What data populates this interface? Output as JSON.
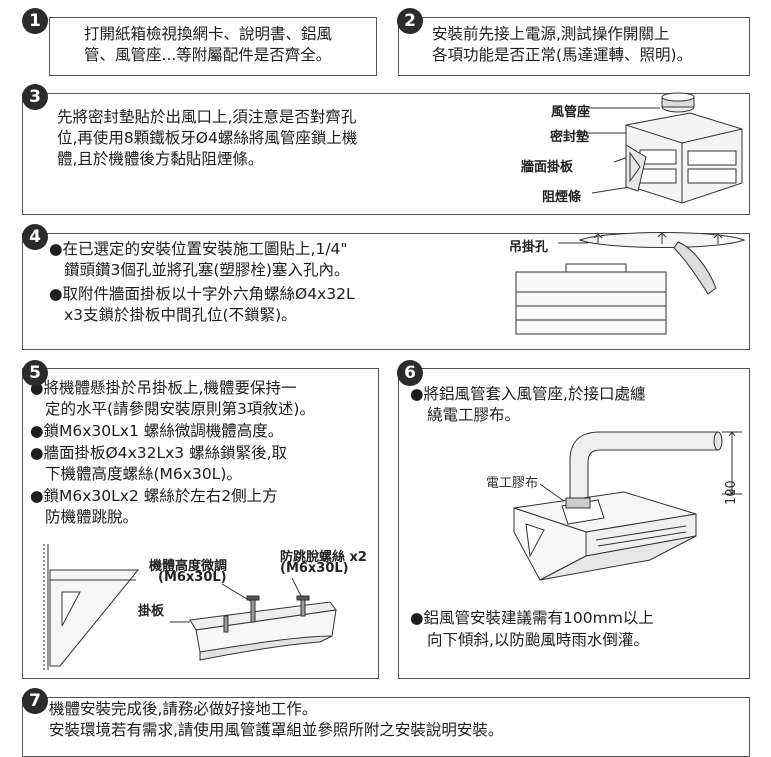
{
  "step1": {
    "num": "1",
    "lines": [
      "打開紙箱檢視換網卡、說明書、鋁風",
      "管、風管座...等附屬配件是否齊全。"
    ]
  },
  "step2": {
    "num": "2",
    "lines": [
      "安裝前先接上電源,測試操作開關上",
      "各項功能是否正常(馬達運轉、照明)。"
    ]
  },
  "step3": {
    "num": "3",
    "lines": [
      "先將密封墊貼於出風口上,須注意是否對齊孔",
      "位,再使用8顆鐵板牙Ø4螺絲將風管座鎖上機",
      "體,且於機體後方黏貼阻煙條。"
    ],
    "labels": [
      "風管座",
      "密封墊",
      "牆面掛板",
      "阻煙條"
    ]
  },
  "step4": {
    "num": "4",
    "lines": [
      "●在已選定的安裝位置安裝施工圖貼上,1/4\"",
      "鑽頭鑽3個孔並將孔塞(塑膠栓)塞入孔內。",
      "●取附件牆面掛板以十字外六角螺絲Ø4x32L",
      "x3支鎖於掛板中間孔位(不鎖緊)。"
    ],
    "label": "吊掛孔"
  },
  "step5": {
    "num": "5",
    "lines": [
      "●將機體懸掛於吊掛板上,機體要保持一",
      "定的水平(請參閱安裝原則第3項敘述)。",
      "●鎖M6x30Lx1 螺絲微調機體高度。",
      "●牆面掛板Ø4x32Lx3 螺絲鎖緊後,取",
      "下機體高度螺絲(M6x30L)。",
      "●鎖M6x30Lx2 螺絲於左右2側上方",
      "防機體跳脫。"
    ],
    "labels": {
      "height_adj": "機體高度微調",
      "height_adj_spec": "(M6x30L)",
      "anti_jump": "防跳脫螺絲 x2",
      "anti_jump_spec": "(M6x30L)",
      "plate": "掛板"
    }
  },
  "step6": {
    "num": "6",
    "lines_top": [
      "●將鋁風管套入風管座,於接口處纏",
      "繞電工膠布。"
    ],
    "tape_label": "電工膠布",
    "dimension": "100",
    "lines_bottom": [
      "●鋁風管安裝建議需有100mm以上",
      "向下傾斜,以防颱風時雨水倒灌。"
    ]
  },
  "step7": {
    "num": "7",
    "lines": [
      "機體安裝完成後,請務必做好接地工作。",
      "安裝環境若有需求,請使用風管護罩組並參照所附之安裝說明安裝。"
    ]
  }
}
